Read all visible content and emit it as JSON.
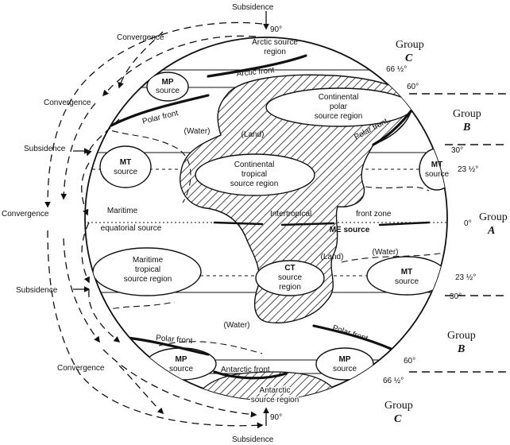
{
  "circulation": {
    "subsidence": "Subsidence",
    "convergence": "Convergence"
  },
  "latitudes": {
    "deg90": "90°",
    "deg66": "66 ½°",
    "deg60": "60°",
    "deg30": "30°",
    "deg23": "23 ½°",
    "deg0": "0°"
  },
  "groups": {
    "group_word": "Group",
    "A": "A",
    "B": "B",
    "C": "C"
  },
  "fronts": {
    "arctic": "Arctic front",
    "polar": "Polar front",
    "antarctic": "Antarctic front",
    "intertropical_1": "Intertropical",
    "intertropical_2": "front zone"
  },
  "regions": {
    "arctic_source": [
      "Arctic source",
      "region"
    ],
    "mp_source": [
      "MP",
      "source"
    ],
    "continental_polar": [
      "Continental",
      "polar",
      "source region"
    ],
    "continental_tropical": [
      "Continental",
      "tropical",
      "source region"
    ],
    "mt_source": [
      "MT",
      "source"
    ],
    "maritime_equatorial": [
      "Maritime",
      "equatorial source"
    ],
    "me_source": "ME source",
    "maritime_tropical": [
      "Maritime",
      "tropical",
      "source region"
    ],
    "ct_source": [
      "CT",
      "source",
      "region"
    ],
    "antarctic_source": [
      "Antarctic",
      "source region"
    ]
  },
  "surfaces": {
    "land": "(Land)",
    "water": "(Water)"
  },
  "colors": {
    "ink": "#111111",
    "hatch": "#222222",
    "paper": "#ffffff"
  }
}
